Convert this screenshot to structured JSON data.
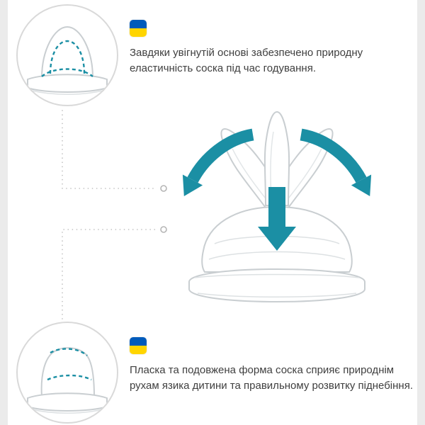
{
  "meta": {
    "kind": "product-feature-infographic",
    "subject": "baby bottle teat (nipple) flexibility and shape",
    "language": "uk"
  },
  "colors": {
    "background": "#ffffff",
    "margin_bar": "#ebebeb",
    "accent_teal": "#1b8fa4",
    "outline_gray": "#c9ced1",
    "text": "#3f3f3f",
    "flag_blue": "#005bbb",
    "flag_yellow": "#ffd500"
  },
  "features": [
    {
      "id": "elastic-concave-base",
      "icon": "ukraine-flag-icon",
      "text": "Завдяки увігнутій основі забезпечено природну еластичність соска під час годування.",
      "lines": [
        "Завдяки увігнутій основі забезпечено природну",
        "еластичність соска під час годування."
      ]
    },
    {
      "id": "flat-elongated-shape",
      "icon": "ukraine-flag-icon",
      "text": "Пласка та подовжена форма соска сприяє природнім рухам язика дитини та правильному розвитку піднебіння.",
      "lines": [
        "Пласка та подовжена форма соска сприяє природнім",
        "рухам язика дитини та правильному розвитку піднебіння."
      ]
    }
  ],
  "illustrations": {
    "top_inset": "teat-concave-base-closeup",
    "main": "teat-flexing-in-all-directions-with-arrows",
    "bottom_inset": "teat-flat-elongated-profile"
  }
}
